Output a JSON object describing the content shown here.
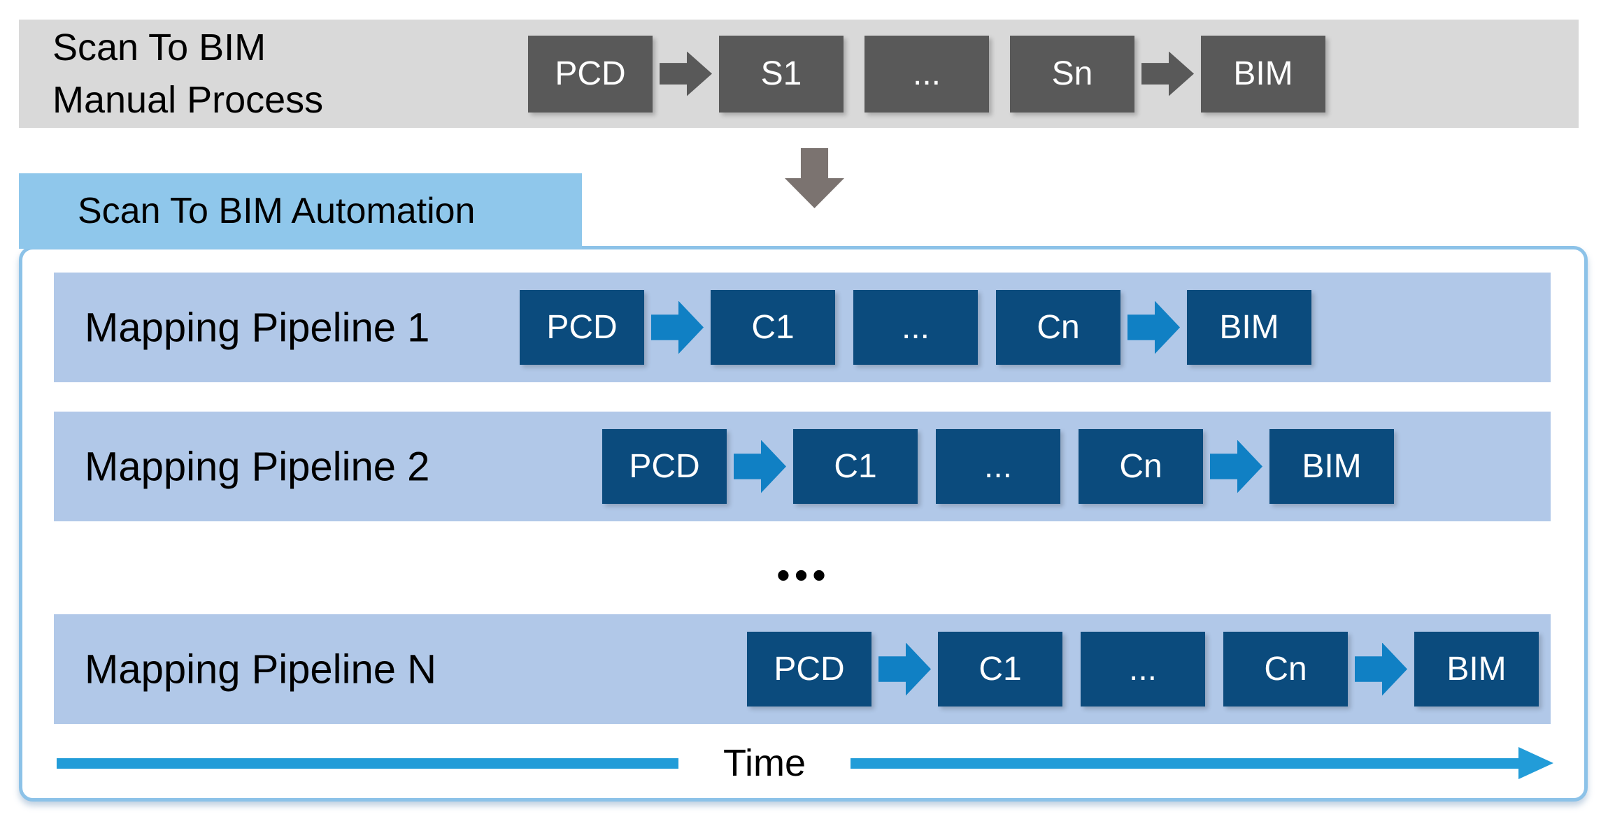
{
  "diagram": {
    "manual": {
      "title_line1": "Scan To BIM",
      "title_line2": "Manual Process",
      "steps": [
        "PCD",
        "S1",
        "...",
        "Sn",
        "BIM"
      ]
    },
    "automation": {
      "tab_label": "Scan To BIM Automation",
      "pipelines": [
        {
          "label": "Mapping Pipeline 1",
          "steps": [
            "PCD",
            "C1",
            "...",
            "Cn",
            "BIM"
          ]
        },
        {
          "label": "Mapping Pipeline 2",
          "steps": [
            "PCD",
            "C1",
            "...",
            "Cn",
            "BIM"
          ]
        },
        {
          "label": "Mapping Pipeline N",
          "steps": [
            "PCD",
            "C1",
            "...",
            "Cn",
            "BIM"
          ]
        }
      ],
      "separator": "•••",
      "time_label": "Time"
    }
  },
  "colors": {
    "band-gray": "#D9D9D9",
    "step-gray": "#595959",
    "down-arrow-gray": "#7B7370",
    "tab-blue": "#8FC7EB",
    "panel-border-blue": "#8CC2E8",
    "row-blue": "#B1C8E8",
    "step-navy": "#0B4B7D",
    "step-arrow-blue": "#1080C4",
    "time-blue": "#229CD8",
    "text": "#000000"
  }
}
